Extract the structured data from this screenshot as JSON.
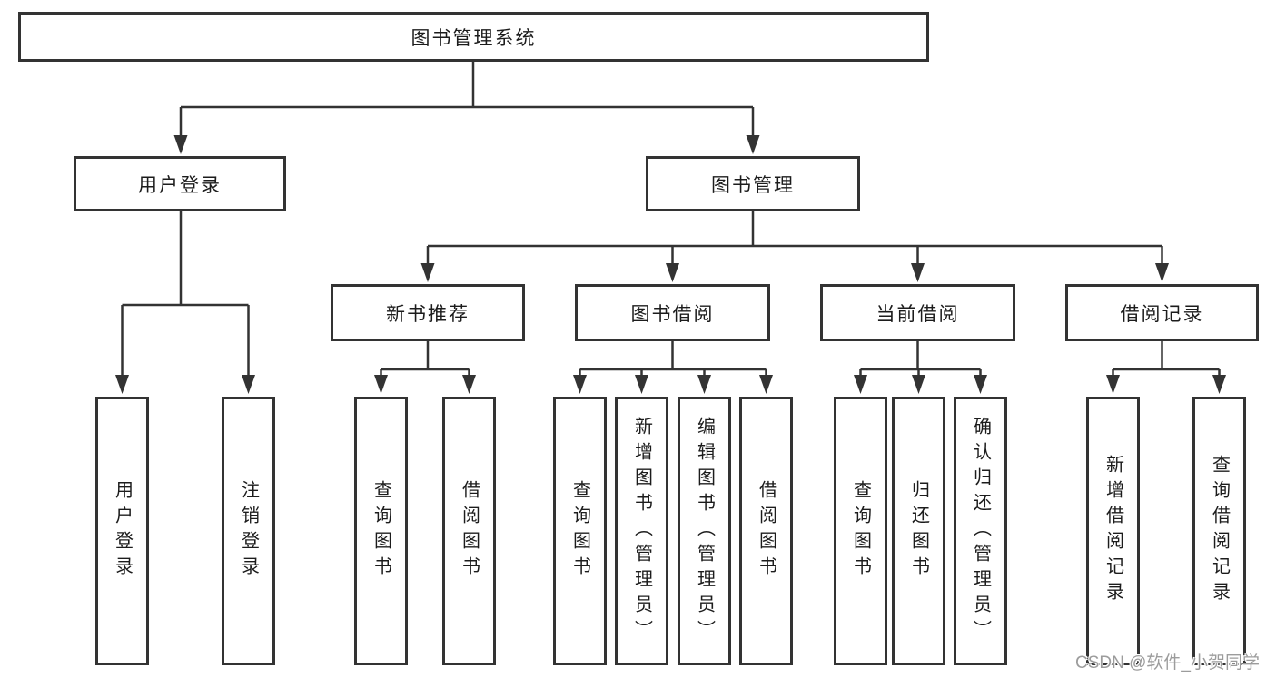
{
  "diagram": {
    "root": {
      "label": "图书管理系统",
      "children": [
        {
          "label": "用户登录",
          "children": [
            {
              "label": "用户登录"
            },
            {
              "label": "注销登录"
            }
          ]
        },
        {
          "label": "图书管理",
          "children": [
            {
              "label": "新书推荐",
              "children": [
                {
                  "label": "查询图书"
                },
                {
                  "label": "借阅图书"
                }
              ]
            },
            {
              "label": "图书借阅",
              "children": [
                {
                  "label": "查询图书"
                },
                {
                  "label": "新增图书（管理员）"
                },
                {
                  "label": "编辑图书（管理员）"
                },
                {
                  "label": "借阅图书"
                }
              ]
            },
            {
              "label": "当前借阅",
              "children": [
                {
                  "label": "查询图书"
                },
                {
                  "label": "归还图书"
                },
                {
                  "label": "确认归还（管理员）"
                }
              ]
            },
            {
              "label": "借阅记录",
              "children": [
                {
                  "label": "新增借阅记录"
                },
                {
                  "label": "查询借阅记录"
                }
              ]
            }
          ]
        }
      ]
    }
  },
  "watermark": {
    "text": "CSDN @软件_小贺同学"
  },
  "colors": {
    "line": "#333333",
    "box_border": "#333333",
    "text": "#1c1c1c",
    "watermark": "#9c9c9c",
    "background": "#ffffff"
  }
}
